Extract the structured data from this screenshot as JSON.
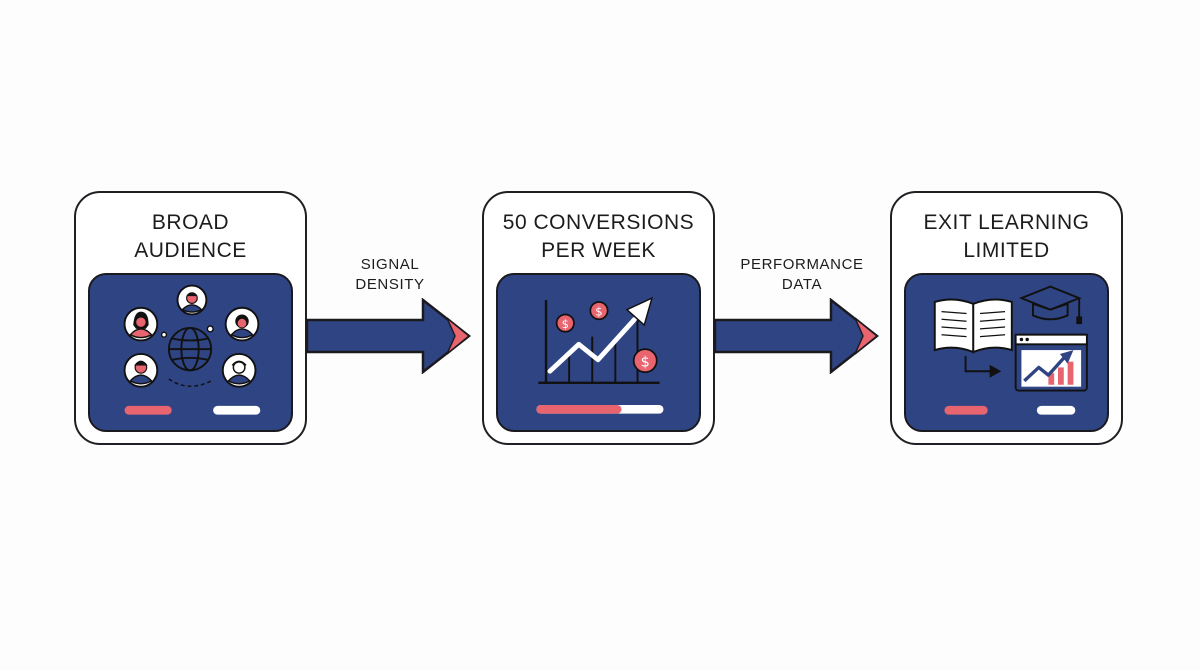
{
  "stages": [
    {
      "title_line1": "BROAD",
      "title_line2": "AUDIENCE"
    },
    {
      "title_line1": "50 CONVERSIONS",
      "title_line2": "PER WEEK"
    },
    {
      "title_line1": "EXIT LEARNING",
      "title_line2": "LIMITED"
    }
  ],
  "connectors": [
    {
      "label_line1": "SIGNAL",
      "label_line2": "DENSITY"
    },
    {
      "label_line1": "PERFORMANCE",
      "label_line2": "DATA"
    }
  ],
  "colors": {
    "panel": "#2f4483",
    "accent": "#e8646f",
    "outline": "#1a1a1f",
    "white": "#ffffff"
  },
  "icons": {
    "stage1": [
      "person-icon",
      "globe-icon"
    ],
    "stage2": [
      "line-chart-icon",
      "dollar-coin-icon"
    ],
    "stage3": [
      "open-book-icon",
      "graduation-cap-icon",
      "dashboard-icon"
    ]
  },
  "progress": {
    "stage2_fill_fraction": 0.67
  }
}
